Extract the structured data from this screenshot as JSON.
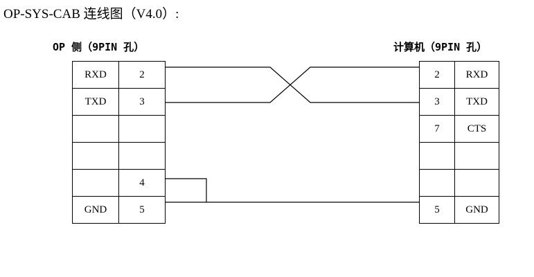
{
  "title": "OP-SYS-CAB 连线图（V4.0）:",
  "headers": {
    "left": "OP 侧（9PIN 孔）",
    "right": "计算机（9PIN 孔）"
  },
  "left_table": {
    "rows": [
      {
        "signal": "RXD",
        "pin": "2"
      },
      {
        "signal": "TXD",
        "pin": "3"
      },
      {
        "signal": "",
        "pin": ""
      },
      {
        "signal": "",
        "pin": ""
      },
      {
        "signal": "",
        "pin": "4"
      },
      {
        "signal": "GND",
        "pin": "5"
      }
    ]
  },
  "right_table": {
    "rows": [
      {
        "pin": "2",
        "signal": "RXD"
      },
      {
        "pin": "3",
        "signal": "TXD"
      },
      {
        "pin": "7",
        "signal": "CTS"
      },
      {
        "pin": "",
        "signal": ""
      },
      {
        "pin": "",
        "signal": ""
      },
      {
        "pin": "5",
        "signal": "GND"
      }
    ]
  },
  "connections": [
    {
      "name": "rxd-to-txd",
      "from": "OP pin 2 (RXD)",
      "to": "PC pin 3 (TXD)"
    },
    {
      "name": "txd-to-rxd",
      "from": "OP pin 3 (TXD)",
      "to": "PC pin 2 (RXD)"
    },
    {
      "name": "pin4-jumper",
      "from": "OP pin 4",
      "to": "OP pin 5 (GND) line"
    },
    {
      "name": "gnd-to-gnd",
      "from": "OP pin 5 (GND)",
      "to": "PC pin 5 (GND)"
    }
  ],
  "colors": {
    "line": "#000000",
    "background": "#ffffff",
    "text": "#000000"
  }
}
